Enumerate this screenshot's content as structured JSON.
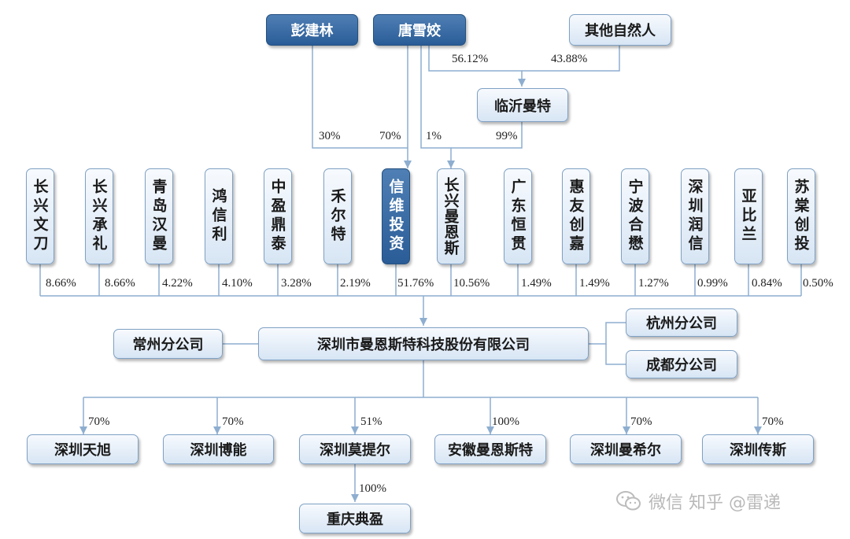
{
  "shareholders_top": {
    "peng": "彭建林",
    "tang": "唐雪姣",
    "others": "其他自然人"
  },
  "linyi": "临沂曼特",
  "top_pct": {
    "peng_xinwei": "30%",
    "tang_xinwei": "70%",
    "tang_changxing": "1%",
    "linyi_changxing": "99%",
    "tang_linyi": "56.12%",
    "others_linyi": "43.88%"
  },
  "holders": [
    {
      "name": "长兴文刀",
      "pct": "8.66%"
    },
    {
      "name": "长兴承礼",
      "pct": "8.66%"
    },
    {
      "name": "青岛汉曼",
      "pct": "4.22%"
    },
    {
      "name": "鸿信利",
      "pct": "4.10%"
    },
    {
      "name": "中盈鼎泰",
      "pct": "3.28%"
    },
    {
      "name": "禾尔特",
      "pct": "2.19%"
    },
    {
      "name": "信维投资",
      "pct": "51.76%"
    },
    {
      "name": "长兴曼恩斯",
      "pct": "10.56%"
    },
    {
      "name": "广东恒贯",
      "pct": "1.49%"
    },
    {
      "name": "惠友创嘉",
      "pct": "1.49%"
    },
    {
      "name": "宁波合懋",
      "pct": "1.27%"
    },
    {
      "name": "深圳润信",
      "pct": "0.99%"
    },
    {
      "name": "亚比兰",
      "pct": "0.84%"
    },
    {
      "name": "苏棠创投",
      "pct": "0.50%"
    }
  ],
  "company": "深圳市曼恩斯特科技股份有限公司",
  "branches": {
    "changzhou": "常州分公司",
    "hangzhou": "杭州分公司",
    "chengdu": "成都分公司"
  },
  "subsidiaries": [
    {
      "name": "深圳天旭",
      "pct": "70%"
    },
    {
      "name": "深圳博能",
      "pct": "70%"
    },
    {
      "name": "深圳莫提尔",
      "pct": "51%"
    },
    {
      "name": "安徽曼恩斯特",
      "pct": "100%"
    },
    {
      "name": "深圳曼希尔",
      "pct": "70%"
    },
    {
      "name": "深圳传斯",
      "pct": "70%"
    }
  ],
  "grandchild": {
    "name": "重庆典盈",
    "pct": "100%"
  },
  "watermark": "微信 知乎 @雷递"
}
